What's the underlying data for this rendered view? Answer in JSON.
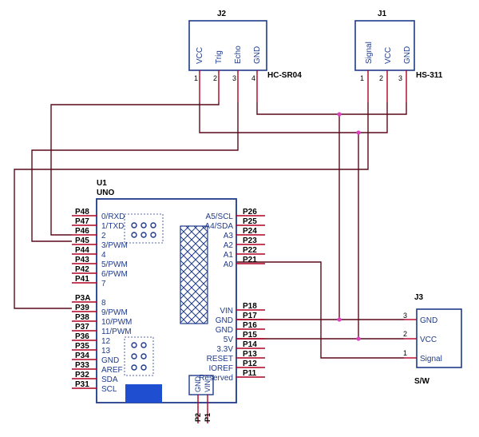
{
  "colors": {
    "component_outline": "#1f3b8a",
    "wire": "#5a0a1a",
    "pin_lead": "#b00020",
    "junction": "#e040c0",
    "header_fill": "#1f4fd0"
  },
  "j2": {
    "ref": "J2",
    "part": "HC-SR04",
    "pins": [
      {
        "num": "1",
        "label": "VCC"
      },
      {
        "num": "2",
        "label": "Trig"
      },
      {
        "num": "3",
        "label": "Echo"
      },
      {
        "num": "4",
        "label": "GND"
      }
    ]
  },
  "j1": {
    "ref": "J1",
    "part": "HS-311",
    "pins": [
      {
        "num": "1",
        "label": "Signal"
      },
      {
        "num": "2",
        "label": "VCC"
      },
      {
        "num": "3",
        "label": "GND"
      }
    ]
  },
  "j3": {
    "ref": "J3",
    "part": "S/W",
    "pins": [
      {
        "num": "3",
        "label": "GND"
      },
      {
        "num": "2",
        "label": "VCC"
      },
      {
        "num": "1",
        "label": "Signal"
      }
    ]
  },
  "u1": {
    "ref": "U1",
    "part": "UNO",
    "left_pins": [
      {
        "pin": "P48",
        "label": "0/RXD"
      },
      {
        "pin": "P47",
        "label": "1/TXD"
      },
      {
        "pin": "P46",
        "label": "2"
      },
      {
        "pin": "P45",
        "label": "3/PWM"
      },
      {
        "pin": "P44",
        "label": "4"
      },
      {
        "pin": "P43",
        "label": "5/PWM"
      },
      {
        "pin": "P42",
        "label": "6/PWM"
      },
      {
        "pin": "P41",
        "label": "7"
      },
      {
        "pin": "P3A",
        "label": "8"
      },
      {
        "pin": "P39",
        "label": "9/PWM"
      },
      {
        "pin": "P38",
        "label": "10/PWM"
      },
      {
        "pin": "P37",
        "label": "11/PWM"
      },
      {
        "pin": "P36",
        "label": "12"
      },
      {
        "pin": "P35",
        "label": "13"
      },
      {
        "pin": "P34",
        "label": "GND"
      },
      {
        "pin": "P33",
        "label": "AREF"
      },
      {
        "pin": "P32",
        "label": "SDA"
      },
      {
        "pin": "P31",
        "label": "SCL"
      }
    ],
    "right_pins": [
      {
        "pin": "P26",
        "label": "A5/SCL"
      },
      {
        "pin": "P25",
        "label": "A4/SDA"
      },
      {
        "pin": "P24",
        "label": "A3"
      },
      {
        "pin": "P23",
        "label": "A2"
      },
      {
        "pin": "P22",
        "label": "A1"
      },
      {
        "pin": "P21",
        "label": "A0"
      },
      {
        "pin": "P18",
        "label": "VIN"
      },
      {
        "pin": "P17",
        "label": "GND"
      },
      {
        "pin": "P16",
        "label": "GND"
      },
      {
        "pin": "P15",
        "label": "5V"
      },
      {
        "pin": "P14",
        "label": "3.3V"
      },
      {
        "pin": "P13",
        "label": "RESET"
      },
      {
        "pin": "P12",
        "label": "IOREF"
      },
      {
        "pin": "P11",
        "label": "Reserved"
      }
    ],
    "bottom_pins": [
      {
        "pin": "P2",
        "label": "GND"
      },
      {
        "pin": "P1",
        "label": "VIN"
      }
    ]
  }
}
